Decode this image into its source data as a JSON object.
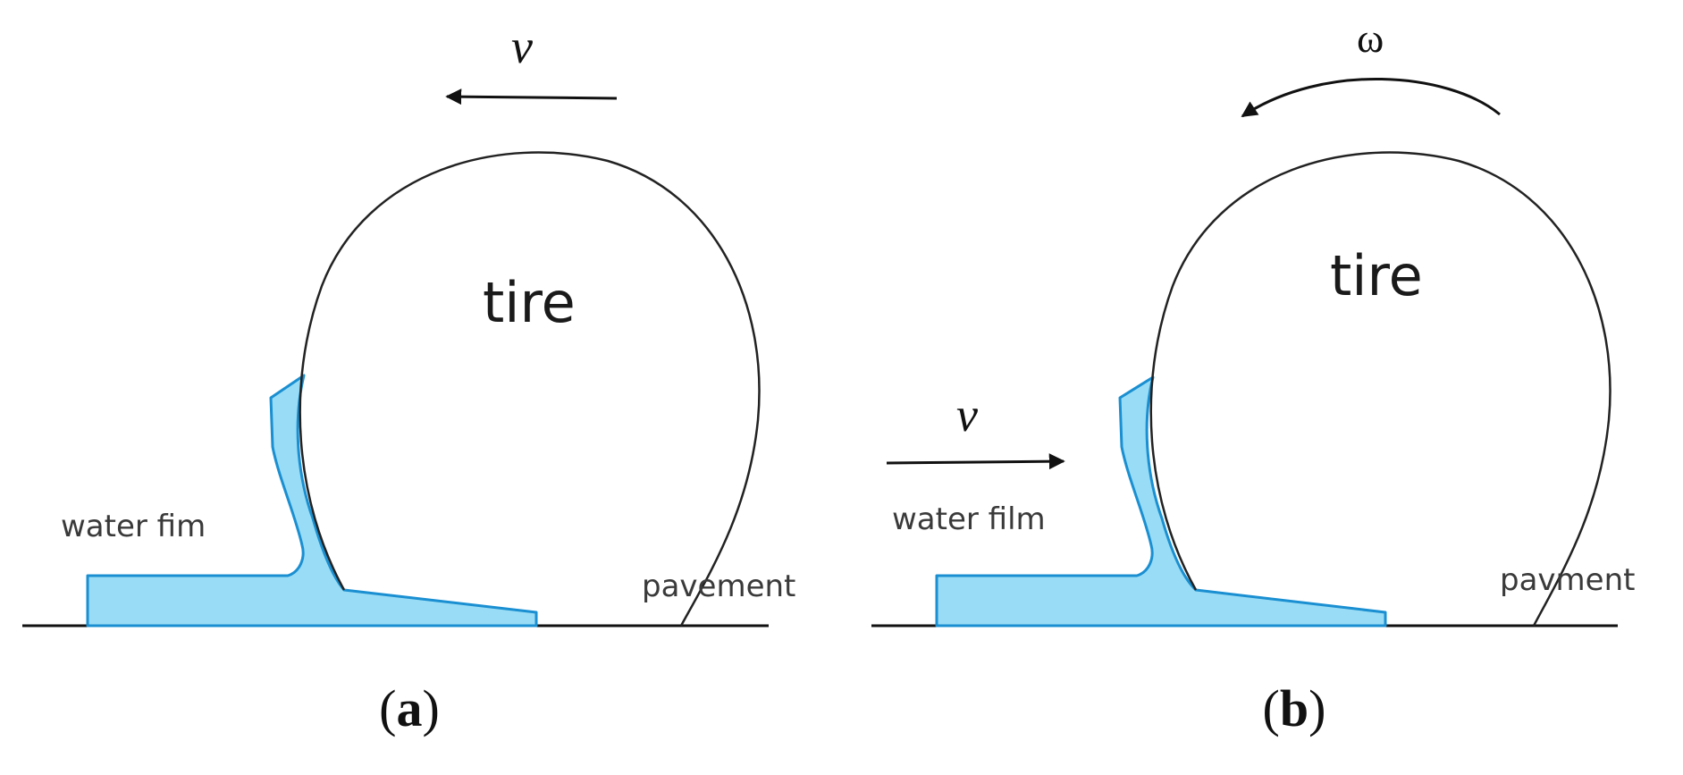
{
  "panels": [
    {
      "id": "a",
      "tire_label": "tire",
      "water_label": "water fim",
      "pavement_label": "pavement",
      "velocity_label": "v",
      "caption_letter": "a"
    },
    {
      "id": "b",
      "tire_label": "tire",
      "water_label": "water film",
      "pavement_label": "pavment",
      "velocity_label": "v",
      "rotation_label": "ω",
      "caption_letter": "b"
    }
  ],
  "colors": {
    "water_fill": "#99dcf5",
    "water_stroke": "#1a8fd1",
    "line": "#111111"
  },
  "icons": {
    "velocity_arrow": "arrow-icon",
    "rotation_arrow": "curved-arrow-icon"
  }
}
